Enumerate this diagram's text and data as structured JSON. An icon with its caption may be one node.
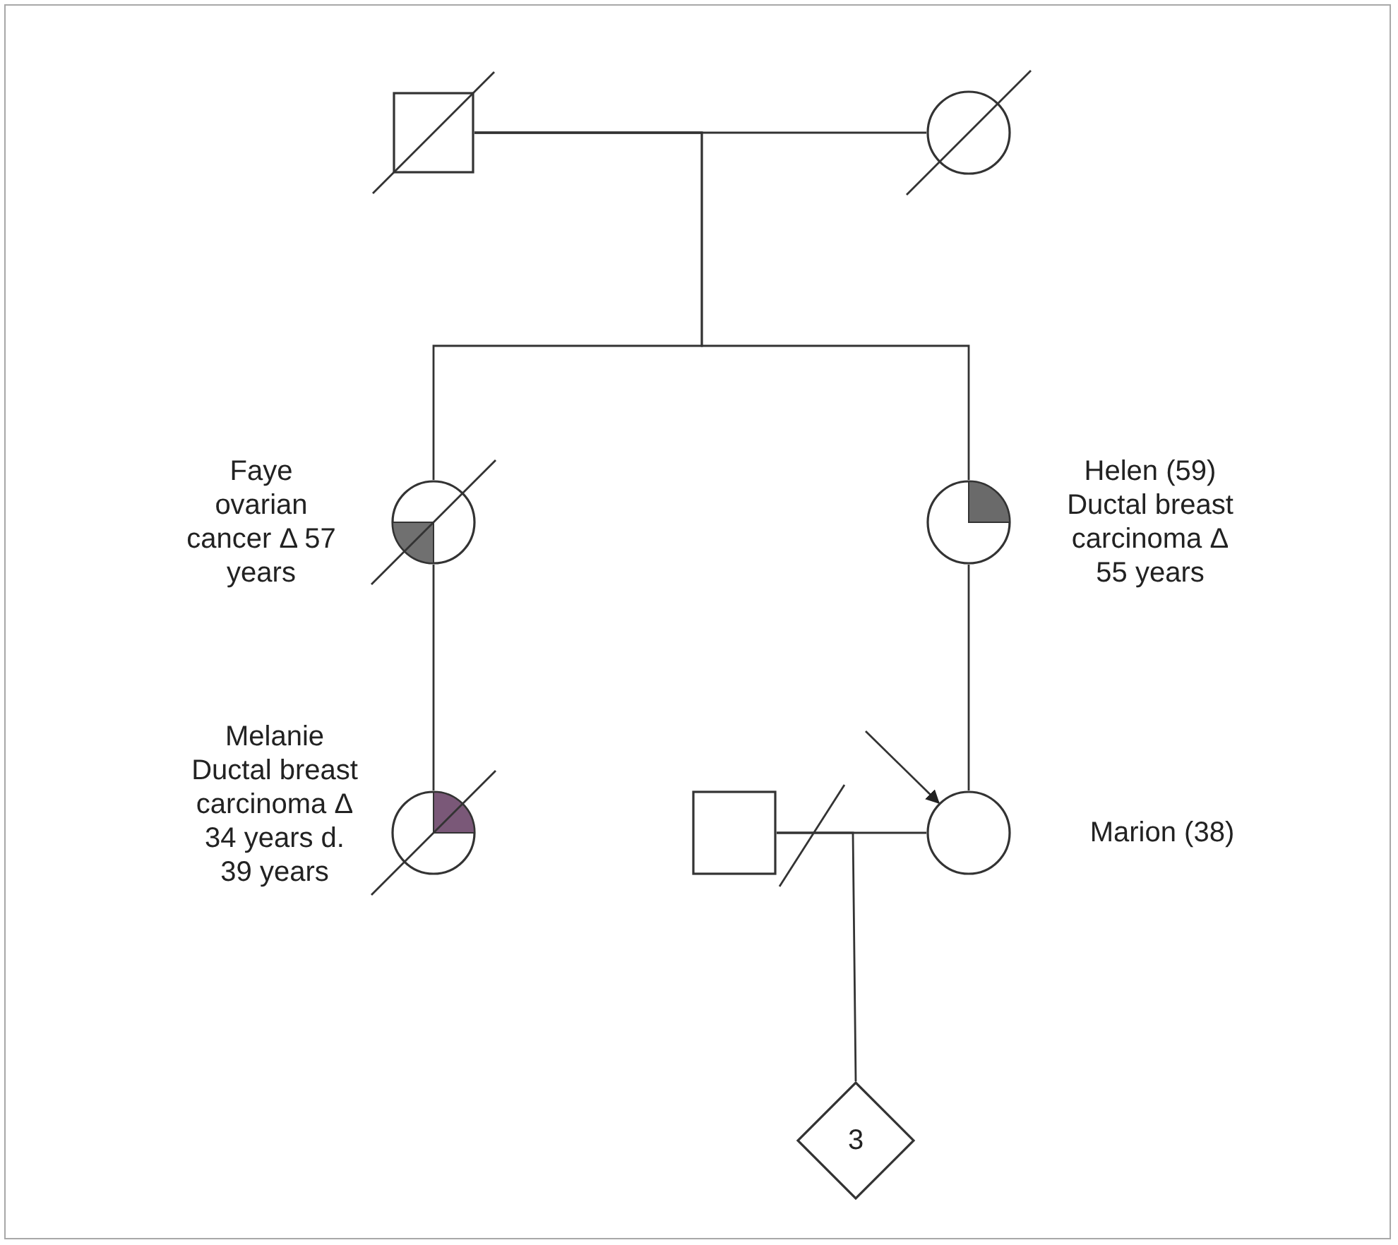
{
  "diagram": {
    "nodes": [
      {
        "text": [],
        "shape": "box"
      },
      {
        "text": [],
        "shape": "circle"
      },
      {
        "text": [],
        "shape": "circle",
        "beside": [
          "Faye ovarian cancer Δ 57 years"
        ]
      },
      {
        "text": [],
        "shape": "circle",
        "beside": [
          "Helen (59) Ductal breast carcinoma Δ 55 years"
        ]
      },
      {
        "text": [],
        "shape": "circle",
        "beside": [
          "Melanie Ductal breast carcinoma Δ 34 years d. 39 years"
        ]
      },
      {
        "text": [],
        "shape": "box"
      },
      {
        "text": [],
        "shape": "circle",
        "beside": [
          "Marion (38)"
        ]
      },
      {
        "text": [
          "3"
        ]
      }
    ],
    "edges": [
      {
        "from": 0,
        "to": 1,
        "arrow": "none"
      },
      {
        "from": 0,
        "to": 2,
        "arrow": "none"
      },
      {
        "from": 0,
        "to": 3,
        "arrow": "none"
      },
      {
        "from": 2,
        "to": 4,
        "arrow": "none"
      },
      {
        "from": 3,
        "to": 6,
        "arrow": "none"
      },
      {
        "from": 5,
        "to": 6,
        "arrow": "none"
      },
      {
        "from": 5,
        "to": 7,
        "arrow": "none"
      },
      {
        "from": null,
        "to": 6,
        "arrow": "to"
      }
    ]
  }
}
